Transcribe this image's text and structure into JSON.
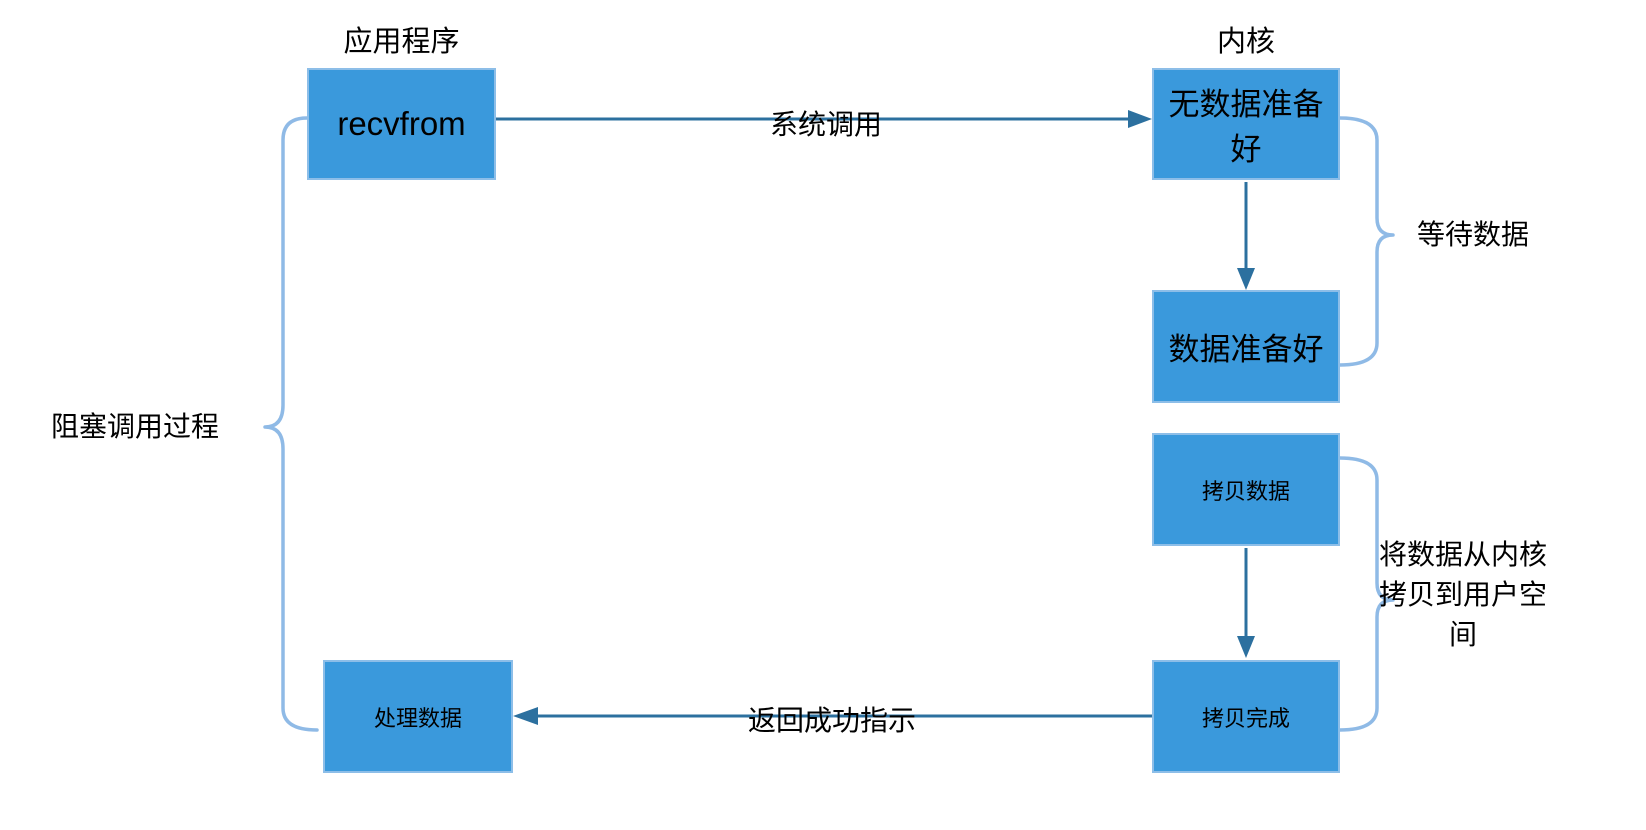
{
  "diagram": {
    "lanes": {
      "application_title": "应用程序",
      "kernel_title": "内核"
    },
    "nodes": {
      "recvfrom": "recvfrom",
      "no_data_ready": "无数据准备好",
      "data_ready": "数据准备好",
      "copy_data": "拷贝数据",
      "copy_complete": "拷贝完成",
      "process_data": "处理数据"
    },
    "edges": {
      "system_call": "系统调用",
      "return_success": "返回成功指示"
    },
    "braces": {
      "blocking_call_process": "阻塞调用过程",
      "wait_for_data": "等待数据",
      "copy_kernel_to_user": "将数据从内核拷贝到用户空间"
    },
    "colors": {
      "node_fill": "#3A99DC",
      "node_border": "#8DBEE8",
      "arrow": "#2C709F",
      "brace": "#8FBAE6",
      "text": "#000000",
      "background": "#FFFFFF"
    }
  }
}
